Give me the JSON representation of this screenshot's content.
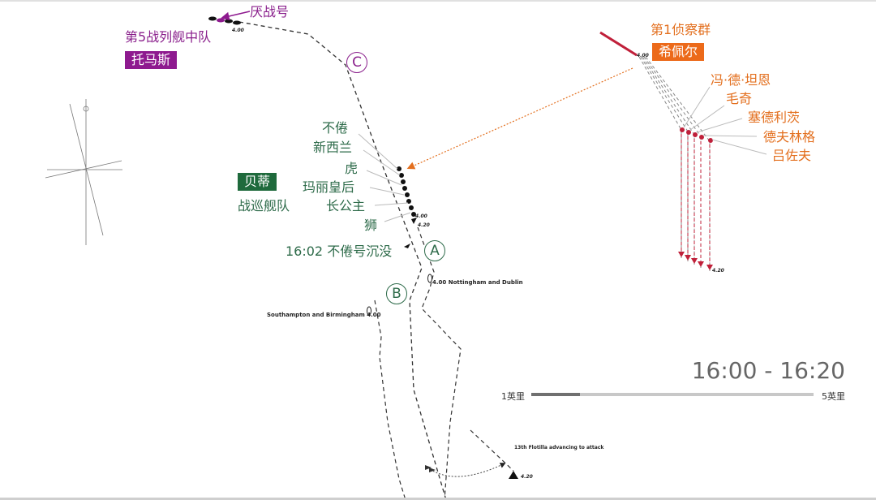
{
  "map": {
    "title_time_range": "16:00 - 16:20",
    "scale": {
      "left_label": "1英里",
      "right_label": "5英里",
      "filled_fraction": 0.17
    },
    "colors": {
      "german_battleship": "#8e1a8f",
      "british_battlecruiser": "#1f6a3c",
      "german_scouting": "#ec6a1a",
      "track_line": "#333333",
      "german_track": "#c0203a"
    },
    "markers": {
      "a": "A",
      "b": "B",
      "c": "C"
    },
    "fifth_battle_squadron": {
      "name": "第5战列舰中队",
      "commander": "托马斯",
      "pointer_label": "厌战号",
      "time": "4.00"
    },
    "battlecruiser_fleet": {
      "commander": "贝蒂",
      "unit": "战巡舰队",
      "ships": [
        "不倦",
        "新西兰",
        "虎",
        "玛丽皇后",
        "长公主",
        "狮"
      ],
      "times": [
        "4.00",
        "4.20"
      ],
      "sinking_event": "16:02 不倦号沉没"
    },
    "scouting_group": {
      "name": "第1侦察群",
      "commander": "希佩尔",
      "ships": [
        "冯·德·坦恩",
        "毛奇",
        "塞德利茨",
        "德夫林格",
        "吕佐夫"
      ],
      "times": [
        "4.00",
        "4.20"
      ]
    },
    "annotations": {
      "nottingham": "4.00  Nottingham and Dublin",
      "southampton": "Southampton and Birmingham 4.00",
      "flotilla": "13th Flotilla advancing to attack",
      "flotilla_time": "4.20"
    },
    "compass": {
      "icon": "compass-rose-icon"
    }
  }
}
